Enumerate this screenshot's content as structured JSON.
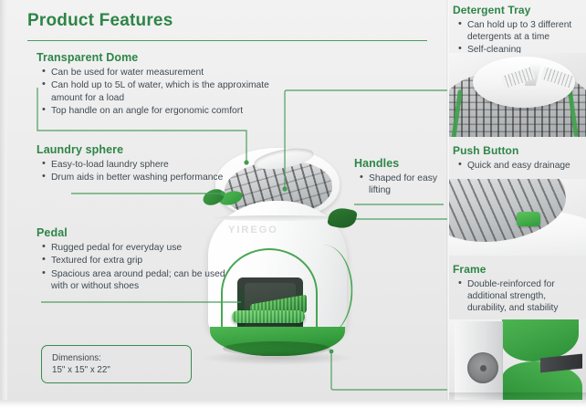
{
  "page": {
    "title": "Product Features",
    "brand_logo_text": "YIREGO",
    "accent_color": "#2e8547",
    "text_color": "#3f4a52",
    "background_color": "#ededed"
  },
  "left_sections": [
    {
      "id": "transparent-dome",
      "heading": "Transparent Dome",
      "bullets": [
        "Can be used for water measurement",
        "Can hold up to 5L of water, which is the approximate amount for a load",
        "Top handle on an angle for ergonomic comfort"
      ]
    },
    {
      "id": "laundry-sphere",
      "heading": "Laundry sphere",
      "bullets": [
        "Easy-to-load laundry sphere",
        "Drum aids in better washing performance"
      ]
    },
    {
      "id": "pedal",
      "heading": "Pedal",
      "bullets": [
        "Rugged pedal for everyday use",
        "Textured for extra grip",
        "Spacious area around pedal; can be used with or without shoes"
      ]
    }
  ],
  "middle_sections": [
    {
      "id": "handles",
      "heading": "Handles",
      "bullets": [
        "Shaped for easy lifting"
      ]
    }
  ],
  "right_sections": [
    {
      "id": "detergent-tray",
      "heading": "Detergent Tray",
      "bullets": [
        "Can hold up to 3 different detergents at a time",
        "Self-cleaning"
      ]
    },
    {
      "id": "push-button",
      "heading": "Push Button",
      "bullets": [
        "Quick and easy drainage"
      ]
    },
    {
      "id": "frame",
      "heading": "Frame",
      "bullets": [
        "Double-reinforced for additional strength, durability, and stability"
      ]
    }
  ],
  "dimensions": {
    "label": "Dimensions:",
    "value": "15\" x 15\" x 22\"",
    "text": "Dimensions:\n15\" x 15\" x 22\""
  }
}
